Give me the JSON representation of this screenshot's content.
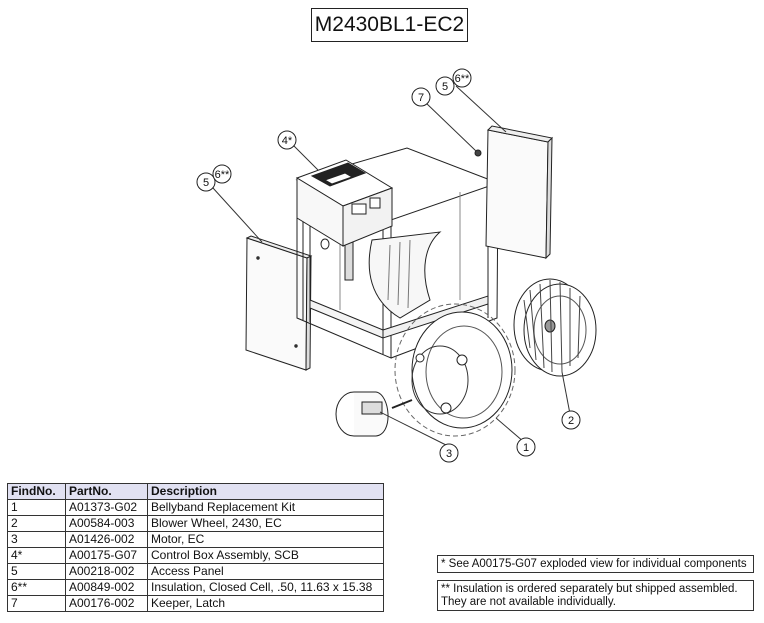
{
  "title": "M2430BL1-EC2",
  "callouts": [
    {
      "id": "panel-left-5",
      "label": "5"
    },
    {
      "id": "panel-left-6",
      "label": "6**"
    },
    {
      "id": "control-box-4",
      "label": "4*"
    },
    {
      "id": "latch-7",
      "label": "7"
    },
    {
      "id": "panel-right-5",
      "label": "5"
    },
    {
      "id": "panel-right-6",
      "label": "6**"
    },
    {
      "id": "blower-2",
      "label": "2"
    },
    {
      "id": "bellyband-1",
      "label": "1"
    },
    {
      "id": "motor-3",
      "label": "3"
    }
  ],
  "table": {
    "headers": [
      "FindNo.",
      "PartNo.",
      "Description"
    ],
    "rows": [
      [
        "1",
        "A01373-G02",
        "Bellyband Replacement Kit"
      ],
      [
        "2",
        "A00584-003",
        "Blower Wheel, 2430, EC"
      ],
      [
        "3",
        "A01426-002",
        "Motor, EC"
      ],
      [
        "4*",
        "A00175-G07",
        "Control Box Assembly, SCB"
      ],
      [
        "5",
        "A00218-002",
        "Access Panel"
      ],
      [
        "6**",
        "A00849-002",
        "Insulation, Closed Cell, .50, 11.63 x 15.38"
      ],
      [
        "7",
        "A00176-002",
        "Keeper, Latch"
      ]
    ]
  },
  "notes": {
    "note1": "* See A00175-G07 exploded view for individual components",
    "note2_line1": "** Insulation is ordered separately but shipped assembled.",
    "note2_line2": "They are not available individually."
  }
}
